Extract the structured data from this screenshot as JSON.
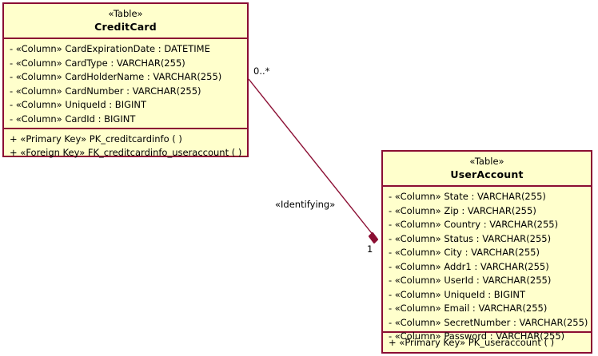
{
  "diagram": {
    "kind": "uml-class-diagram",
    "colors": {
      "border": "#8b0e33",
      "fill": "#ffffcc",
      "line": "#8b0e33",
      "background": "#ffffff",
      "text": "#000000"
    }
  },
  "classes": [
    {
      "id": "creditcard",
      "stereotype": "«Table»",
      "name": "CreditCard",
      "attributes": [
        "- «Column» CardExpirationDate : DATETIME",
        "- «Column» CardType : VARCHAR(255)",
        "- «Column» CardHolderName : VARCHAR(255)",
        "- «Column» CardNumber : VARCHAR(255)",
        "- «Column» UniqueId : BIGINT",
        "- «Column» CardId : BIGINT"
      ],
      "operations": [
        "+ «Primary Key» PK_creditcardinfo ( )",
        "+ «Foreign Key» FK_creditcardinfo_useraccount ( )"
      ]
    },
    {
      "id": "useraccount",
      "stereotype": "«Table»",
      "name": "UserAccount",
      "attributes": [
        "- «Column» State : VARCHAR(255)",
        "- «Column» Zip : VARCHAR(255)",
        "- «Column» Country : VARCHAR(255)",
        "- «Column» Status : VARCHAR(255)",
        "- «Column» City : VARCHAR(255)",
        "- «Column» Addr1 : VARCHAR(255)",
        "- «Column» UserId : VARCHAR(255)",
        "- «Column» UniqueId : BIGINT",
        "- «Column» Email : VARCHAR(255)",
        "- «Column» SecretNumber : VARCHAR(255)",
        "- «Column» Password : VARCHAR(255)"
      ],
      "operations": [
        "+ «Primary Key» PK_useraccount ( )"
      ]
    }
  ],
  "association": {
    "stereotype": "«Identifying»",
    "source_multiplicity": "0..*",
    "target_multiplicity": "1",
    "source_class": "CreditCard",
    "target_class": "UserAccount",
    "end_decoration": "filled-diamond"
  }
}
